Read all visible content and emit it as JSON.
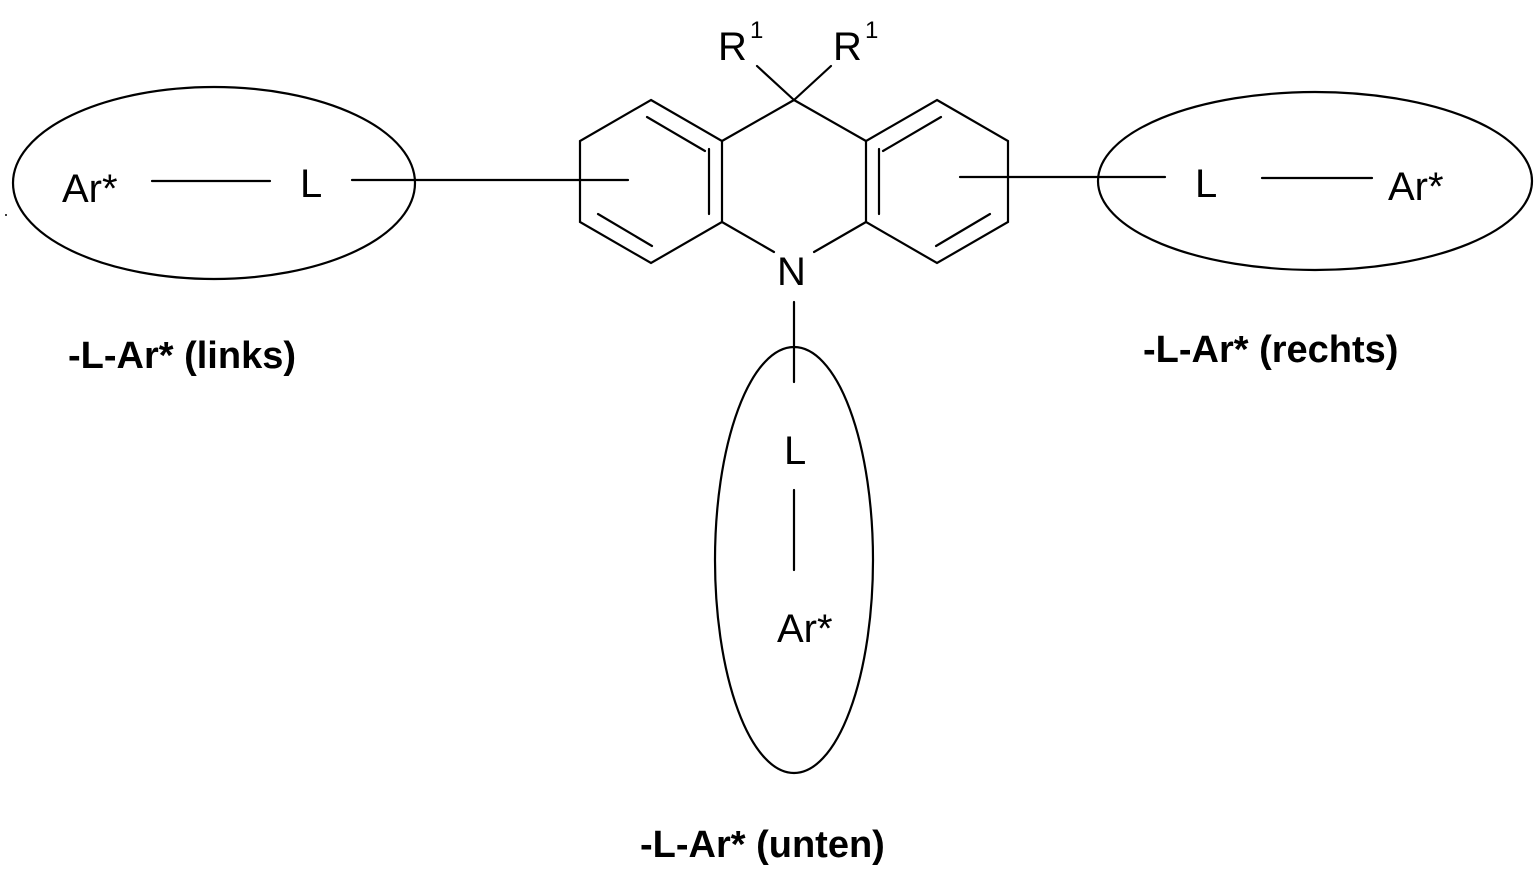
{
  "structure": {
    "r_left": "R",
    "r_left_sup": "1",
    "r_right": "R",
    "r_right_sup": "1",
    "nitrogen": "N"
  },
  "groups": {
    "left": {
      "ar": "Ar*",
      "l": "L",
      "caption": "-L-Ar* (links)"
    },
    "right": {
      "l": "L",
      "ar": "Ar*",
      "caption": "-L-Ar* (rechts)"
    },
    "bottom": {
      "l": "L",
      "ar": "Ar*",
      "caption": "-L-Ar* (unten)"
    }
  }
}
